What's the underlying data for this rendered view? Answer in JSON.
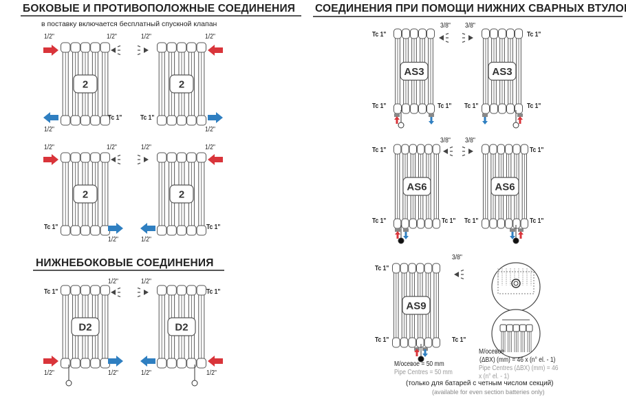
{
  "left": {
    "title": "БОКОВЫЕ И ПРОТИВОПОЛОЖНЫЕ СОЕДИНЕНИЯ",
    "subtitle": "в поставку включается бесплатный спускной клапан",
    "bottom_title": "НИЖНЕБОКОВЫЕ СОЕДИНЕНИЯ",
    "diagram_labels": [
      "2",
      "2",
      "2",
      "2",
      "D2",
      "D2"
    ],
    "size_half": "1/2\"",
    "tc": "Tc 1\""
  },
  "right": {
    "title": "СОЕДИНЕНИЯ ПРИ ПОМОЩИ НИЖНИХ СВАРНЫХ ВТУЛОК",
    "diagram_labels": [
      "AS3",
      "AS3",
      "AS6",
      "AS6",
      "AS9"
    ],
    "size_38": "3/8\"",
    "tc": "Tc 1\"",
    "as9_note_ru": "M/осевое = 50 mm",
    "as9_note_en": "Pipe Centres = 50 mm",
    "detail_ru_1": "M/осевое",
    "detail_ru_2": "(ΔBX) (mm) = 46 x (n° el. - 1)",
    "detail_en_1": "Pipe Centres (ΔBX) (mm) = 46",
    "detail_en_2": "x (n° el. - 1)",
    "footnote_ru": "(только для батарей с четным числом секций)",
    "footnote_en": "(available for even section batteries only)"
  },
  "colors": {
    "supply": "#d9343a",
    "return": "#2f7fc1",
    "line": "#555555",
    "muted": "#999999"
  },
  "icons": [
    "supply-arrow-icon",
    "return-arrow-icon",
    "air-vent-valve-icon",
    "drain-plug-icon"
  ]
}
